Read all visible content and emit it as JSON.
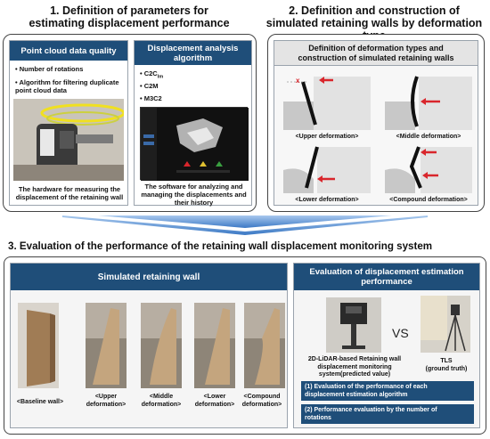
{
  "section1": {
    "title_line1": "1. Definition of parameters for",
    "title_line2": "estimating displacement performance",
    "left_panel": {
      "header": "Point cloud data quality",
      "bullets": [
        "Number of rotations",
        "Algorithm for filtering duplicate point cloud data"
      ],
      "caption": "The hardware for measuring the displacement of the retaining wall"
    },
    "right_panel": {
      "header_line1": "Displacement analysis",
      "header_line2": "algorithm",
      "bullets": [
        "C2C",
        "C2M",
        "M3C2"
      ],
      "bullet_sub": "lm",
      "caption": "The software for analyzing and managing the displacements and their history"
    }
  },
  "section2": {
    "title_line1": "2. Definition and construction of",
    "title_line2": "simulated retaining walls by deformation type",
    "header_line1": "Definition of deformation types and",
    "header_line2": "construction of simulated retaining walls",
    "types": [
      "<Upper deformation>",
      "<Middle deformation>",
      "<Lower deformation>",
      "<Compound deformation>"
    ],
    "marker": "x"
  },
  "section3": {
    "title": "3. Evaluation of the performance of the retaining wall displacement monitoring system",
    "left": {
      "header": "Simulated retaining wall",
      "walls": [
        {
          "line1": "<Baseline wall>",
          "line2": ""
        },
        {
          "line1": "<Upper",
          "line2": "deformation>"
        },
        {
          "line1": "<Middle",
          "line2": "deformation>"
        },
        {
          "line1": "<Lower",
          "line2": "deformation>"
        },
        {
          "line1": "<Compound",
          "line2": "deformation>"
        }
      ]
    },
    "right": {
      "header_line1": "Evaluation of displacement estimation",
      "header_line2": "performance",
      "lidar_caption_line1": "2D-LiDAR-based Retaining wall",
      "lidar_caption_line2": "displacement monitoring",
      "lidar_caption_line3": "system(predicted value)",
      "vs": "VS",
      "tls_line1": "TLS",
      "tls_line2": "(ground truth)",
      "item1_line1": "(1) Evaluation of the performance of each",
      "item1_line2": "displacement estimation algorithm",
      "item2_line1": "(2) Performance evaluation by the number of",
      "item2_line2": "rotations"
    }
  },
  "colors": {
    "accent": "#1f4e79",
    "arrow": "#d9262c",
    "chevron": "#4a86c8"
  }
}
